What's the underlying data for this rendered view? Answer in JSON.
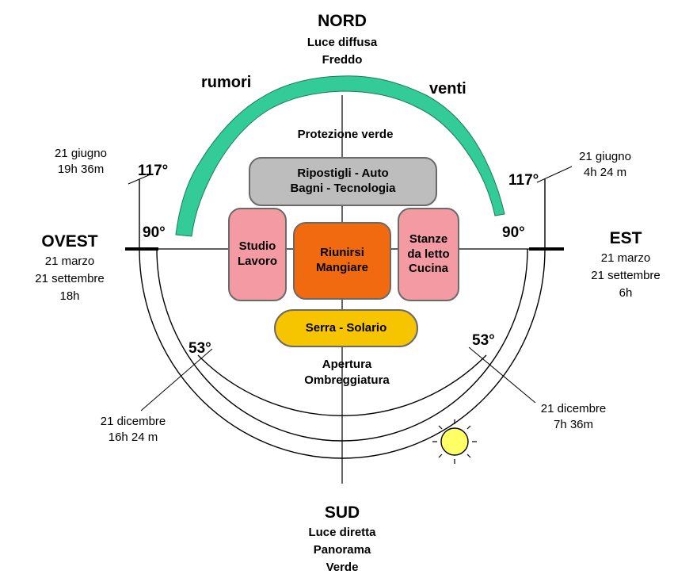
{
  "colors": {
    "hedge": "#33CC99",
    "storage_room": "#BDBDBD",
    "side_rooms": "#F49AA2",
    "center_room": "#F26A10",
    "greenhouse": "#F7C400",
    "sun": "#FFFF66",
    "lines": "#000000"
  },
  "north": {
    "title": "NORD",
    "line1": "Luce diffusa",
    "line2": "Freddo"
  },
  "south": {
    "title": "SUD",
    "line1": "Luce diretta",
    "line2": "Panorama",
    "line3": "Verde"
  },
  "west": {
    "title": "OVEST",
    "line1": "21 marzo",
    "line2": "21 settembre",
    "line3": "18h"
  },
  "east": {
    "title": "EST",
    "line1": "21 marzo",
    "line2": "21 settembre",
    "line3": "6h"
  },
  "labels": {
    "rumori": "rumori",
    "venti": "venti",
    "protezione": "Protezione verde",
    "apertura": "Apertura",
    "ombreggiatura": "Ombreggiatura"
  },
  "angles": {
    "w117": "117°",
    "e117": "117°",
    "w90": "90°",
    "e90": "90°",
    "w53": "53°",
    "e53": "53°"
  },
  "times": {
    "nw_date": "21 giugno",
    "nw_time": "19h 36m",
    "ne_date": "21 giugno",
    "ne_time": "4h 24 m",
    "sw_date": "21 dicembre",
    "sw_time": "16h 24 m",
    "se_date": "21 dicembre",
    "se_time": "7h 36m"
  },
  "rooms": {
    "storage": {
      "line1": "Ripostigli - Auto",
      "line2": "Bagni - Tecnologia"
    },
    "studio": {
      "line1": "Studio",
      "line2": "Lavoro"
    },
    "center": {
      "line1": "Riunirsi",
      "line2": "Mangiare"
    },
    "bedrooms": {
      "line1": "Stanze",
      "line2": "da letto",
      "line3": "Cucina"
    },
    "greenhouse": {
      "line1": "Serra - Solario"
    }
  },
  "icons": {
    "sun": "sun-icon"
  }
}
